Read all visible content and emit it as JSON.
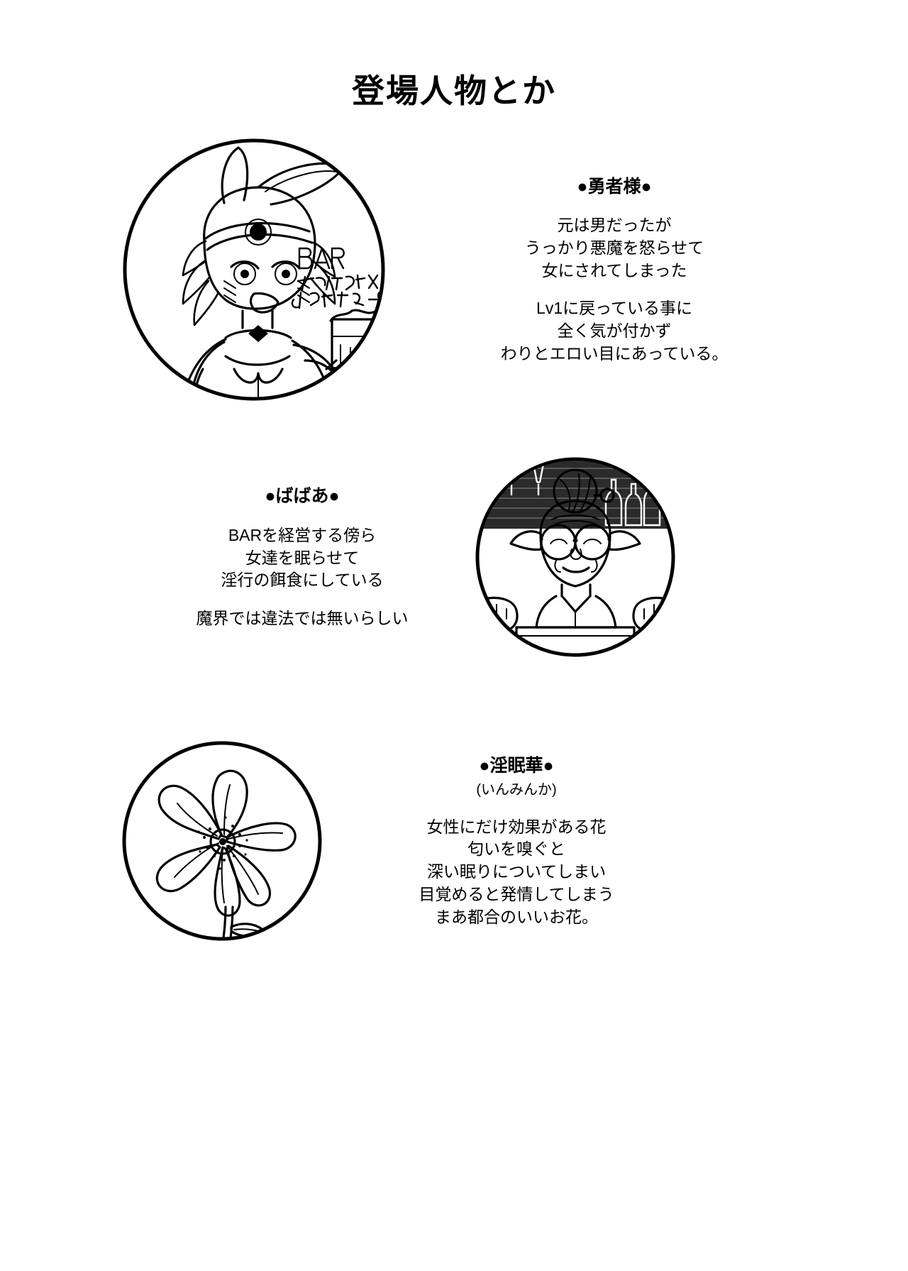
{
  "page": {
    "title": "登場人物とか",
    "background_color": "#ffffff",
    "ink_color": "#000000"
  },
  "entries": [
    {
      "id": "hero",
      "art_side": "left",
      "name": "●勇者様●",
      "reading": "",
      "portrait_name": "bunny-girl-with-beer-portrait",
      "portrait_handwriting": [
        "BAR",
        "マテリアルへ",
        "ようこそー♥"
      ],
      "paragraphs": [
        "元は男だったが\nうっかり悪魔を怒らせて\n女にされてしまった",
        "Lv1に戻っている事に\n全く気が付かず\nわりとエロい目にあっている。"
      ]
    },
    {
      "id": "granny",
      "art_side": "right",
      "name": "●ばばあ●",
      "reading": "",
      "portrait_name": "elf-granny-bartender-portrait",
      "portrait_handwriting": [],
      "paragraphs": [
        "BARを経営する傍ら\n女達を眠らせて\n淫行の餌食にしている",
        "魔界では違法では無いらしい"
      ]
    },
    {
      "id": "flower",
      "art_side": "left",
      "name": "●淫眠華●",
      "reading": "(いんみんか)",
      "portrait_name": "lily-flower-portrait",
      "portrait_handwriting": [],
      "paragraphs": [
        "女性にだけ効果がある花\n匂いを嗅ぐと\n深い眠りについてしまい\n目覚めると発情してしまう\nまあ都合のいいお花。"
      ]
    }
  ]
}
